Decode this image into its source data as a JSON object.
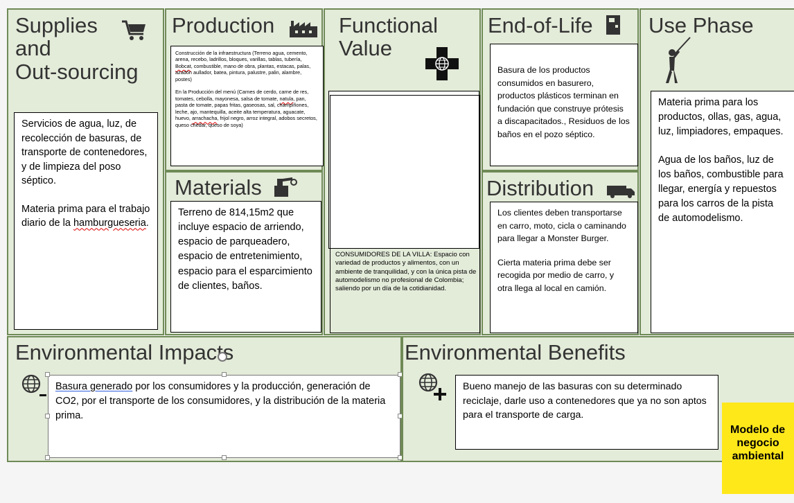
{
  "supplies": {
    "title_lines": [
      "Supplies",
      "and",
      "Out-sourcing"
    ],
    "icon": "shopping-cart-icon",
    "p1": "Servicios de agua, luz, de recolección de basuras, de transporte de contenedores, y de limpieza del poso séptico.",
    "p2_a": "Materia prima para el trabajo diario de la ",
    "p2_b": "hamburgueseria",
    "p2_c": "."
  },
  "production": {
    "title": "Production",
    "icon": "factory-icon",
    "p1_a": "Construcción de la infraestructura (Terreno agua, cemento, arena, recebo, ladrillos, bloques, varillas, tablas, tubería, ",
    "p1_b": "Bobcat",
    "p1_c": ", combustible, mano de obra, plantas, estacas, palas, azadón aullador, batea, pintura, palustre, palin, alambre, postes)",
    "p2_a": "En la Producción del menú (Carnes de cerdo, carne de res, tomates, cebolla, mayonesa, salsa de tomate, ",
    "p2_b": "natula",
    "p2_c": ", pan, pasta de tomate, papas fritas, gaseosas, sal, champiñones, leche, ajo, mantequilla, aceite alta temperatura, aguacate, huevo, ",
    "p2_d": "arrachacha",
    "p2_e": ", frijol negro, arroz integral, adobos secretos, queso chédar, queso de soya)"
  },
  "materials": {
    "title": "Materials",
    "icon": "materials-icon",
    "text": "Terreno de 814,15m2 que incluye espacio de arriendo, espacio de parqueadero, espacio de entretenimiento, espacio para el esparcimiento de clientes, baños."
  },
  "functional": {
    "title_lines": [
      "Functional",
      "Value"
    ],
    "icon": "globe-plus-icon",
    "text": "CONSUMIDORES DE LA VILLA: Espacio con variedad de productos y alimentos, con un ambiente de tranquilidad, y con la única pista de automodelismo no profesional de Colombia; saliendo por un día de la cotidianidad."
  },
  "end_of_life": {
    "title": "End-of-Life",
    "icon": "trash-bin-icon",
    "text": "Basura de los productos consumidos en basurero, productos plásticos terminan en fundación que construye prótesis a discapacitados., Residuos de los baños en el pozo séptico."
  },
  "distribution": {
    "title": "Distribution",
    "icon": "truck-icon",
    "p1": "Los clientes deben transportarse en carro, moto, cicla o caminando para llegar a Monster Burger.",
    "p2": "Cierta materia prima debe ser recogida por medio de carro, y otra llega al local en camión."
  },
  "use_phase": {
    "title": "Use Phase",
    "icon": "person-pointing-icon",
    "p1": "Materia prima para los productos, ollas, gas, agua, luz, limpiadores, empaques.",
    "p2": "Agua de los baños, luz de los baños, combustible para llegar, energía y repuestos para los carros de la pista de automodelismo."
  },
  "impacts": {
    "title": "Environmental Impacts",
    "icon": "globe-minus-icon",
    "text_a": "Basura generado",
    "text_b": " por los consumidores y la producción, generación de CO2, por el transporte de los consumidores, y la distribución de la materia prima."
  },
  "benefits": {
    "title": "Environmental Benefits",
    "icon": "globe-plus-icon",
    "text": "Bueno manejo de las basuras con su determinado reciclaje, darle uso a contenedores que ya no son aptos para el transporte de carga."
  },
  "sticky": {
    "lines": [
      "Modelo de",
      "negocio",
      "ambiental"
    ]
  }
}
